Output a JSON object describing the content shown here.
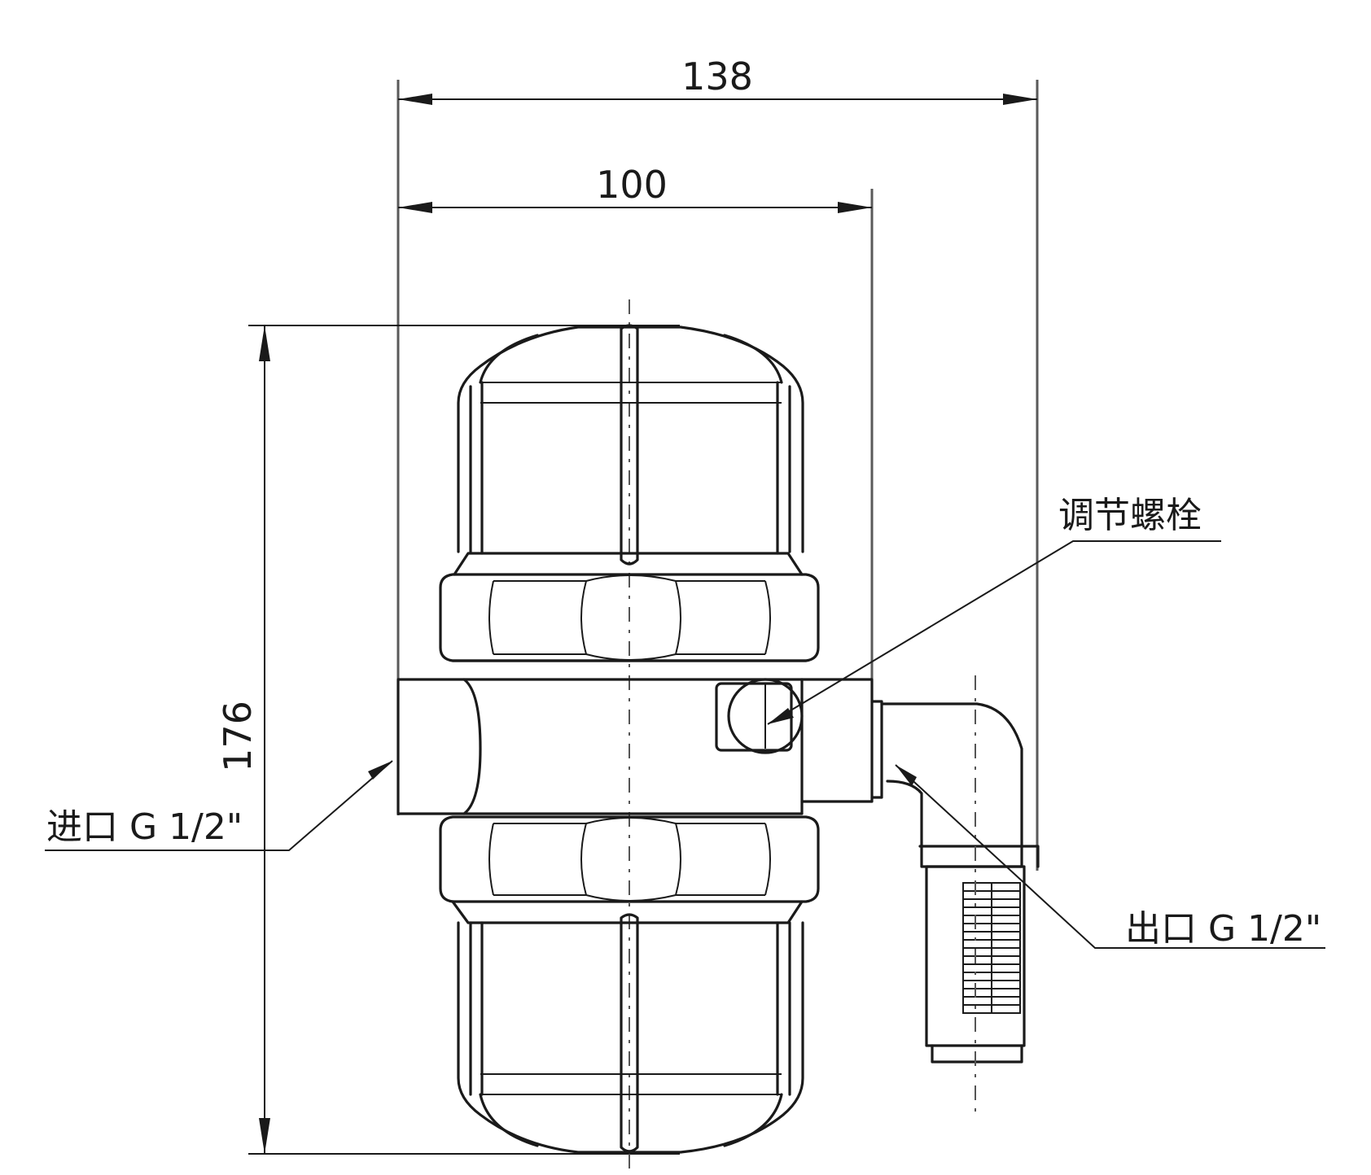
{
  "dimensions": {
    "overall_width": "138",
    "body_width": "100",
    "height": "176"
  },
  "callouts": {
    "adjust_bolt": "调节螺栓",
    "inlet": "进口 G 1/2\"",
    "outlet": "出口 G 1/2\""
  },
  "colors": {
    "line": "#1a1a1a",
    "background": "#ffffff"
  }
}
